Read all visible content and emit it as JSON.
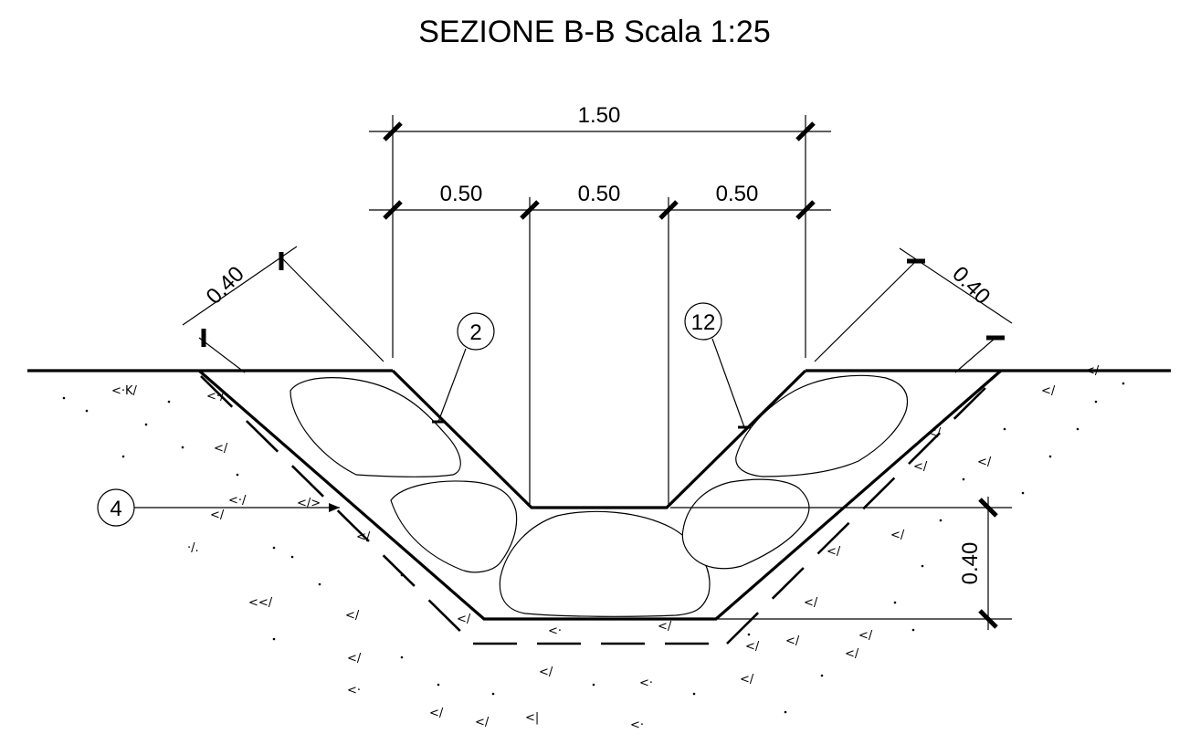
{
  "title": "SEZIONE B-B Scala 1:25",
  "dimensions": {
    "top_total": "1.50",
    "top_left": "0.50",
    "top_middle": "0.50",
    "top_right": "0.50",
    "slope_left": "0.40",
    "slope_right": "0.40",
    "depth_right": "0.40"
  },
  "callouts": {
    "left_slope": "2",
    "right_slope": "12",
    "left_outer": "4"
  }
}
